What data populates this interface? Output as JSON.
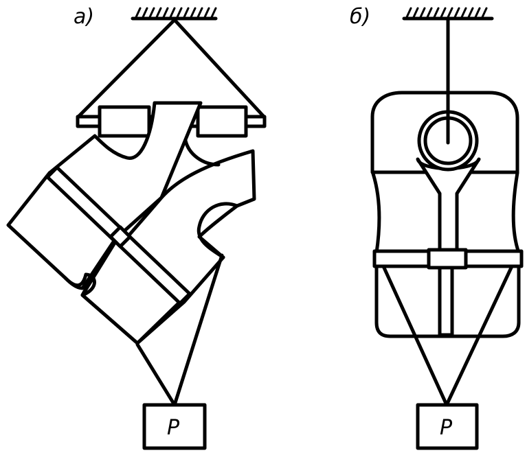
{
  "figures": [
    {
      "label": "а)",
      "weight": {
        "text": "P"
      }
    },
    {
      "label": "б)",
      "weight": {
        "text": "P"
      }
    }
  ],
  "colors": {
    "line": "#000000",
    "background": "#ffffff"
  }
}
